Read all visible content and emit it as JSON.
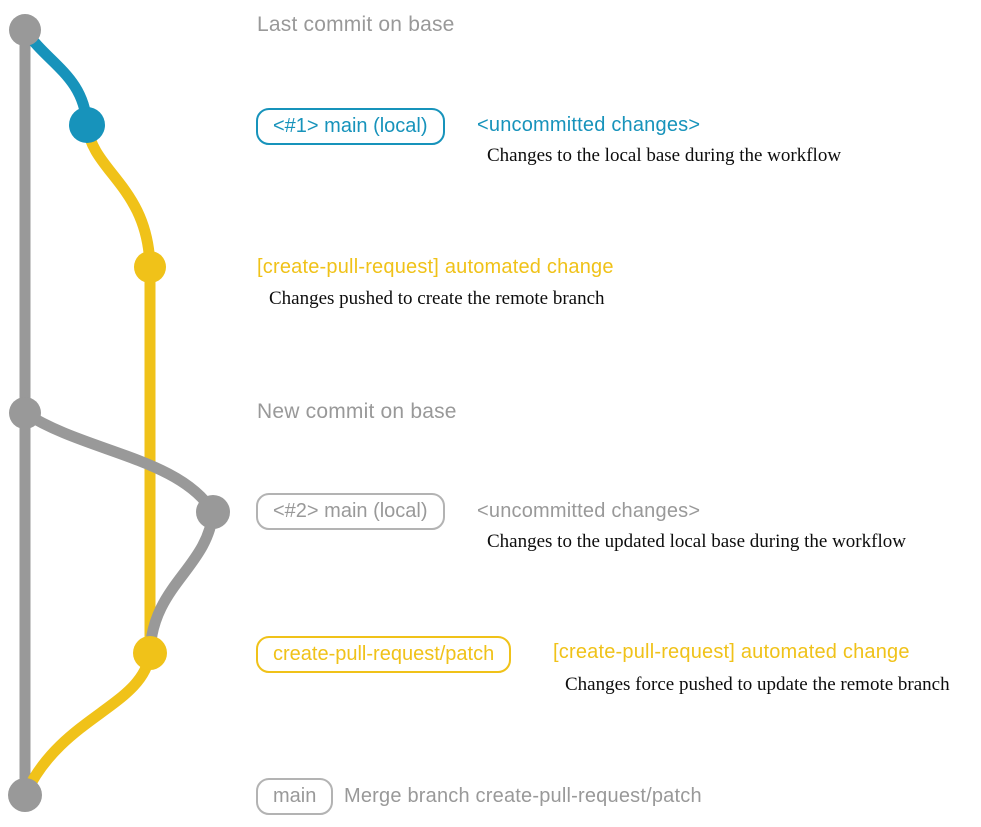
{
  "colors": {
    "gray": "#999999",
    "gray-border": "#b3b3b3",
    "teal": "#1793bb",
    "yellow": "#f0c219",
    "ink": "#0d0d0d"
  },
  "graph": {
    "branches": [
      "base (gray)",
      "local main (teal)",
      "create-pull-request/patch (yellow)"
    ],
    "nodes": [
      "last-commit-on-base",
      "local-main-commit-1",
      "patch-branch-commit-1",
      "new-commit-on-base",
      "local-main-commit-2",
      "patch-branch-commit-2",
      "merge-commit"
    ]
  },
  "rows": {
    "last_commit": {
      "label": "Last commit on base"
    },
    "row1": {
      "badge": "<#1> main (local)",
      "note": "<uncommitted changes>",
      "caption": "Changes to the local base during the workflow"
    },
    "row2": {
      "message": "[create-pull-request] automated change",
      "caption": "Changes pushed to create the remote branch"
    },
    "new_commit": {
      "label": "New commit on base"
    },
    "row3": {
      "badge": "<#2> main (local)",
      "note": "<uncommitted changes>",
      "caption": "Changes to the updated local base during the workflow"
    },
    "row4": {
      "badge": "create-pull-request/patch",
      "message": "[create-pull-request] automated change",
      "caption": "Changes force pushed to update the remote branch"
    },
    "row5": {
      "badge": "main",
      "message": "Merge branch create-pull-request/patch"
    }
  }
}
